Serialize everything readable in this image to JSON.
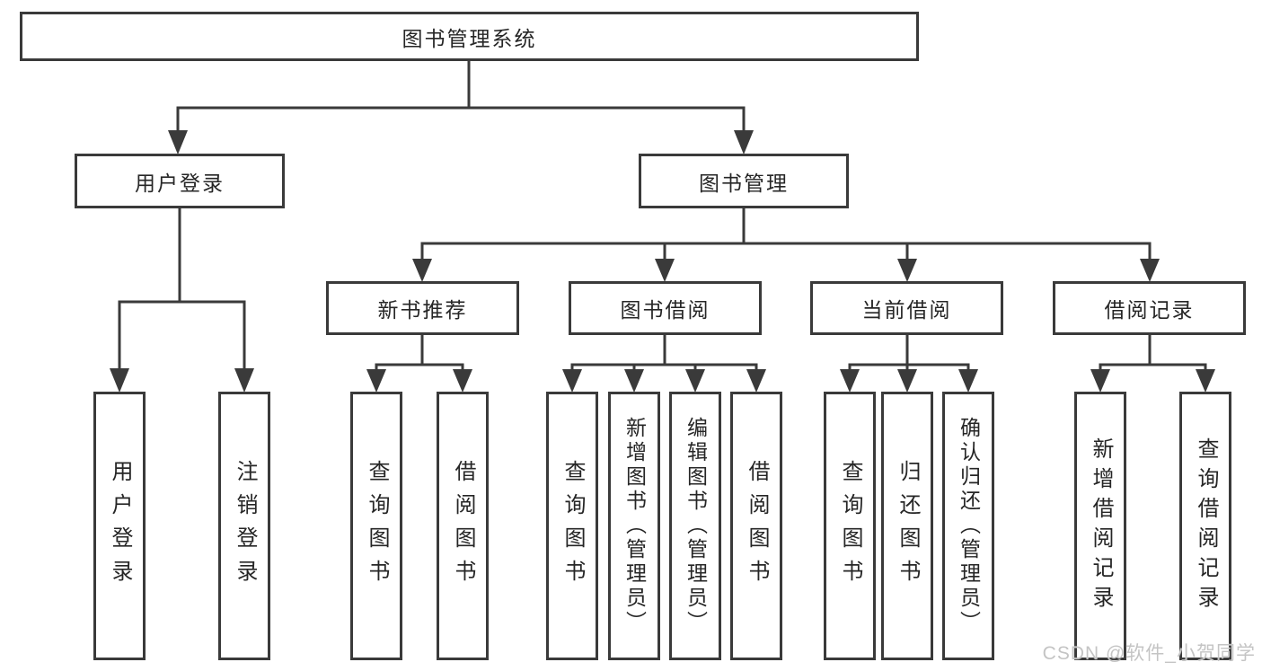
{
  "tree": {
    "root": "图书管理系统",
    "branches": [
      {
        "label": "用户登录",
        "children": [
          "用户登录",
          "注销登录"
        ]
      },
      {
        "label": "图书管理",
        "subbranches": [
          {
            "label": "新书推荐",
            "children": [
              "查询图书",
              "借阅图书"
            ]
          },
          {
            "label": "图书借阅",
            "children": [
              "查询图书",
              "新增图书（管理员）",
              "编辑图书（管理员）",
              "借阅图书"
            ]
          },
          {
            "label": "当前借阅",
            "children": [
              "查询图书",
              "归还图书",
              "确认归还（管理员）"
            ]
          },
          {
            "label": "借阅记录",
            "children": [
              "新增借阅记录",
              "查询借阅记录"
            ]
          }
        ]
      }
    ]
  },
  "watermark": {
    "text": "CSDN @软件_小贺同学"
  },
  "colors": {
    "line": "#3a3a3a",
    "box_border": "#3a3a3a",
    "text": "#262626",
    "watermark": "#c4c4c4",
    "background": "#ffffff"
  }
}
